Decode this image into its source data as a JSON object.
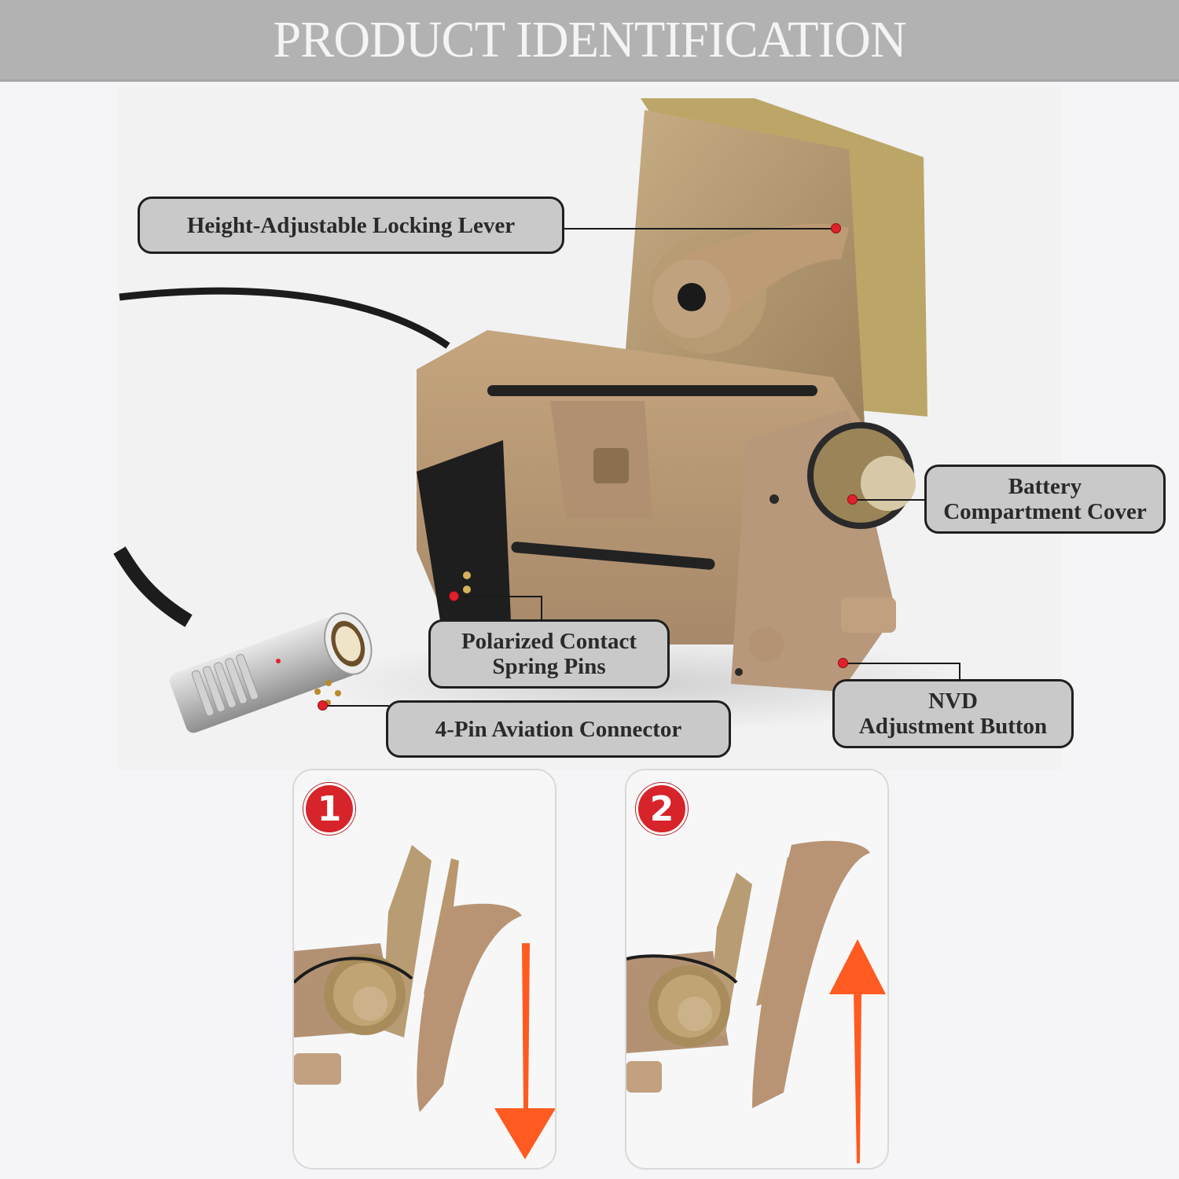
{
  "header": {
    "title": "PRODUCT IDENTIFICATION"
  },
  "callouts": [
    {
      "id": "locking-lever",
      "lines": [
        "Height-Adjustable Locking Lever"
      ]
    },
    {
      "id": "battery-cover",
      "lines": [
        "Battery",
        "Compartment Cover"
      ]
    },
    {
      "id": "spring-pins",
      "lines": [
        "Polarized Contact",
        "Spring Pins"
      ]
    },
    {
      "id": "aviation-connector",
      "lines": [
        "4-Pin Aviation Connector"
      ]
    },
    {
      "id": "nvd-button",
      "lines": [
        "NVD",
        "Adjustment Button"
      ]
    }
  ],
  "steps": [
    {
      "number": "1",
      "arrow": "down"
    },
    {
      "number": "2",
      "arrow": "up"
    }
  ],
  "colors": {
    "header_bg": "#b2b2b2",
    "callout_bg": "#c9c9c9",
    "marker_red": "#e0212b",
    "arrow_orange": "#ff5a1f",
    "product_tan": "#b39a74"
  }
}
